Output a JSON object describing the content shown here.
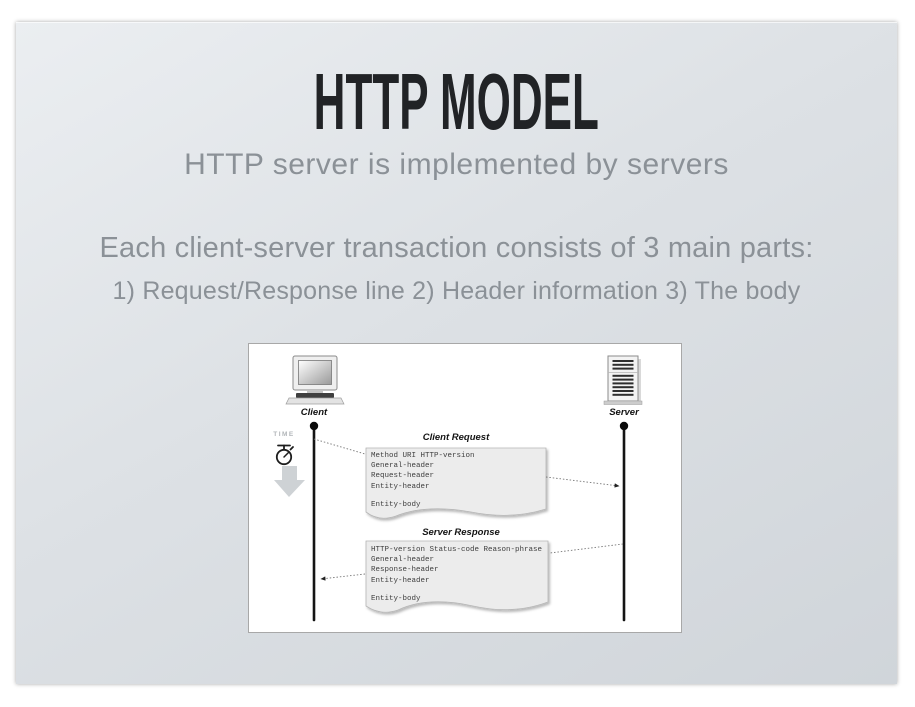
{
  "slide": {
    "title": "HTTP MODEL",
    "subtitle": "HTTP server is implemented by servers",
    "body_heading": "Each client-server transaction consists of 3 main parts:",
    "body_subheading": "1) Request/Response line 2) Header information 3) The body"
  },
  "diagram": {
    "time_label": "TIME",
    "client_label": "Client",
    "server_label": "Server",
    "request": {
      "title": "Client Request",
      "header_lines": [
        "Method URI HTTP-version",
        "General-header",
        "Request-header",
        "Entity-header"
      ],
      "body_line": "Entity-body"
    },
    "response": {
      "title": "Server Response",
      "header_lines": [
        "HTTP-version Status-code Reason-phrase",
        "General-header",
        "Response-header",
        "Entity-header"
      ],
      "body_line": "Entity-body"
    }
  },
  "colors": {
    "slide_bg_top": "#ebeef1",
    "slide_bg_bottom": "#d0d5da",
    "title_text": "#212326",
    "muted_text": "#8b9197",
    "panel_bg": "#ffffff",
    "panel_border": "#a8a8a8",
    "box_fill": "#ececec",
    "timeline": "#141414"
  }
}
